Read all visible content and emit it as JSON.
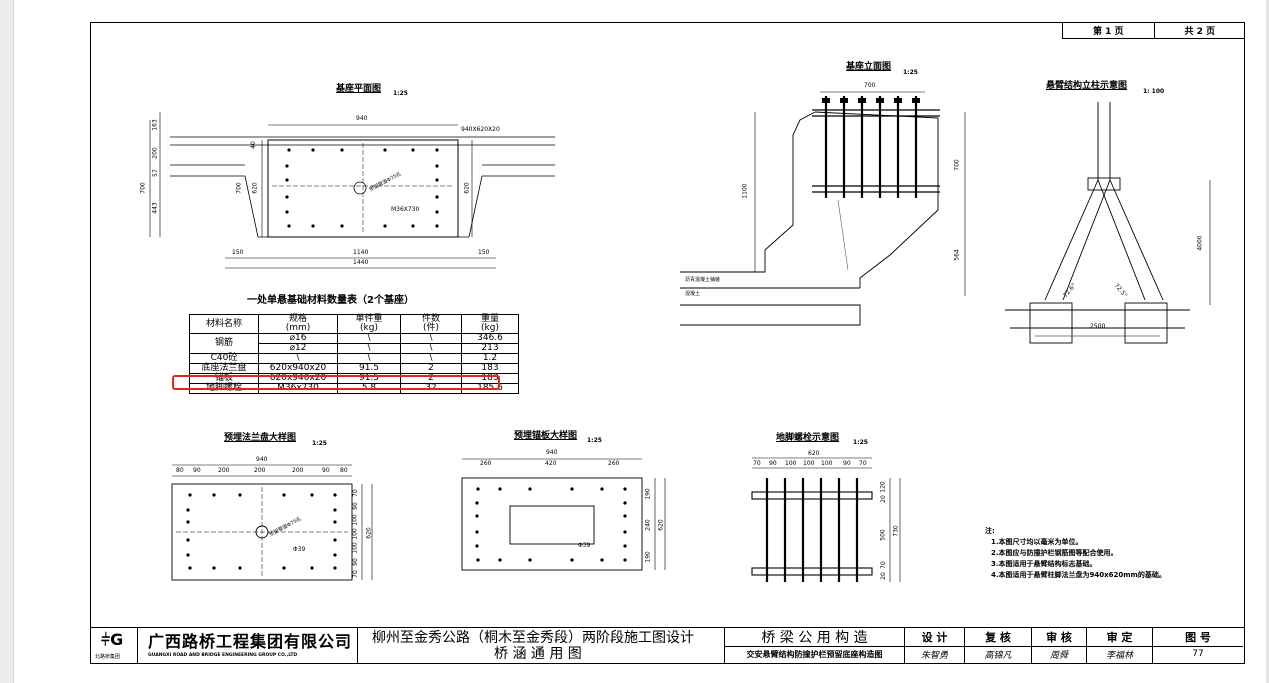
{
  "page_counter": {
    "current": "第 1 页",
    "total": "共 2 页"
  },
  "views": {
    "plan": {
      "title": "基座平面图",
      "scale": "1:25",
      "dims": {
        "top": "940",
        "plate": "940X620X20",
        "b1": "150",
        "b2": "1140",
        "b3": "150",
        "total": "1440",
        "h1": "163",
        "h2": "200",
        "h3": "57",
        "h4": "443",
        "h5": "700",
        "h6": "40",
        "h7": "700",
        "h8": "620",
        "h9": "620",
        "bolt": "M36X730",
        "conduit": "预留管道Φ75孔"
      }
    },
    "elevation": {
      "title": "基座立面图",
      "scale": "1:25",
      "dims": {
        "w": "700",
        "h1": "1100",
        "h2": "700",
        "h3": "564",
        "l1": "沥青混凝土铺装",
        "l2": "混凝土"
      }
    },
    "column": {
      "title": "悬臂结构立柱示意图",
      "scale": "1: 100",
      "dims": {
        "h": "4000",
        "base": "2500",
        "a1": "72.6°",
        "a2": "72.5°"
      }
    },
    "flange": {
      "title": "预埋法兰盘大样图",
      "scale": "1:25",
      "dims": {
        "top": "940",
        "segs": [
          "80",
          "90",
          "200",
          "200",
          "200",
          "90",
          "80"
        ],
        "right": [
          "70",
          "90",
          "100",
          "100",
          "100",
          "90",
          "70"
        ],
        "h": "620",
        "hole": "Φ39",
        "conduit": "预留管道Φ75孔"
      }
    },
    "anchor": {
      "title": "预埋锚板大样图",
      "scale": "1:25",
      "dims": {
        "top": "940",
        "segs": [
          "260",
          "420",
          "260"
        ],
        "right": [
          "190",
          "240",
          "190"
        ],
        "h": "620",
        "hole": "Φ39"
      }
    },
    "bolt": {
      "title": "地脚螺栓示意图",
      "scale": "1:25",
      "dims": {
        "top": "620",
        "segs": [
          "70",
          "90",
          "100",
          "100",
          "100",
          "90",
          "70"
        ],
        "right": [
          "120",
          "20",
          "500",
          "70",
          "20"
        ],
        "h": "730"
      }
    }
  },
  "material_table": {
    "title": "一处单悬基础材料数量表（2个基座）",
    "headers": [
      "材料名称",
      "规格\n(mm)",
      "单件重\n(kg)",
      "件数\n(件)",
      "重量\n(kg)"
    ],
    "rows": [
      [
        "钢筋",
        "⌀16",
        "\\",
        "\\",
        "346.6"
      ],
      [
        "",
        "⌀12",
        "\\",
        "\\",
        "213"
      ],
      [
        "C40砼",
        "\\",
        "\\",
        "\\",
        "1.2"
      ],
      [
        "底座法兰盘",
        "620x940x20",
        "91.5",
        "2",
        "183"
      ],
      [
        "锚板",
        "620x940x20",
        "91.5",
        "2",
        "183"
      ],
      [
        "地脚螺栓",
        "M36x730",
        "5.8",
        "32",
        "185.6"
      ]
    ]
  },
  "notes": {
    "title": "注:",
    "items": [
      "1.本图尺寸均以毫米为单位。",
      "2.本图应与防撞护栏钢筋图等配合使用。",
      "3.本图适用于悬臂结构标志基础。",
      "4.本图适用于悬臂柱脚法兰盘为940x620mm的基础。"
    ]
  },
  "title_block": {
    "company_cn": "广西路桥工程集团有限公司",
    "company_en": "GUANGXI ROAD AND BRIDGE ENGINEERING GROUP CO.,LTD",
    "logo_sub": "北路桥集团",
    "project_line1": "柳州至金秀公路（桐木至金秀段）两阶段施工图设计",
    "project_line2": "桥 涵 通 用 图",
    "drawing_line1": "桥 梁 公 用 构 造",
    "drawing_line2": "交安悬臂结构防撞护栏预留底座构造图",
    "roles": [
      "设 计",
      "复 核",
      "审 核",
      "审 定",
      "图 号"
    ],
    "signatures": [
      "朱智勇",
      "高锦凡",
      "周舜",
      "李福林"
    ],
    "drawing_no": "77"
  }
}
